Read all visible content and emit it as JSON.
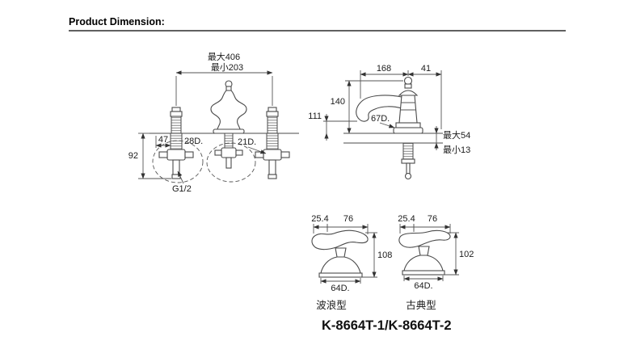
{
  "page": {
    "title": "Product Dimension:"
  },
  "front_view": {
    "spread_max": "最大406",
    "spread_min": "最小203",
    "handle_offset": "47",
    "escutcheon_diameter": "28D.",
    "hole_diameter": "21D.",
    "below_deck_height": "92",
    "supply_thread": "G1/2"
  },
  "side_view": {
    "spout_reach": "168",
    "rear_clearance": "41",
    "spout_height": "140",
    "outlet_height": "111",
    "base_diameter": "67D.",
    "deck_max": "最大54",
    "deck_min": "最小13"
  },
  "handle_views": {
    "left": {
      "width_small": "25.4",
      "width_total": "76",
      "height": "108",
      "base_diameter": "64D.",
      "type_label": "波浪型"
    },
    "right": {
      "width_small": "25.4",
      "width_total": "76",
      "height": "102",
      "base_diameter": "64D.",
      "type_label": "古典型"
    }
  },
  "model_number": "K-8664T-1/K-8664T-2"
}
